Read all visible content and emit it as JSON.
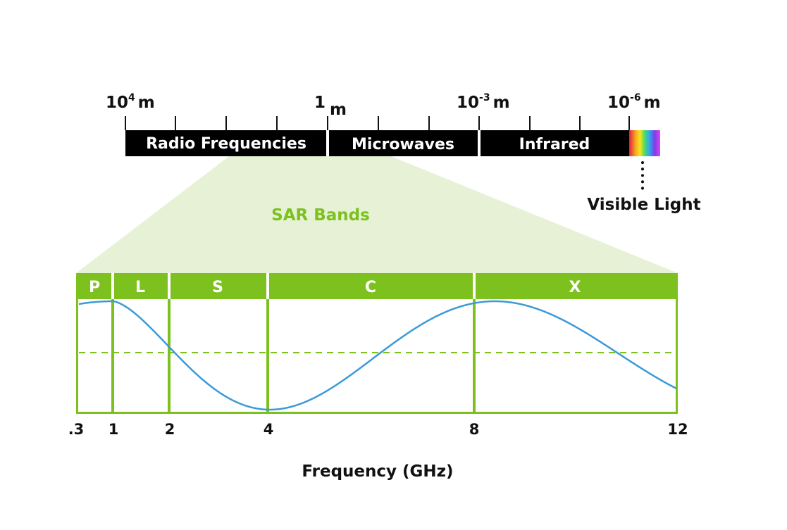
{
  "spectrum": {
    "scale_labels": [
      {
        "base": "10",
        "exp": "4",
        "unit": "m"
      },
      {
        "base": "1",
        "exp": "",
        "unit": "m"
      },
      {
        "base": "10",
        "exp": "-3",
        "unit": "m"
      },
      {
        "base": "10",
        "exp": "-6",
        "unit": "m"
      }
    ],
    "segments": [
      "Radio Frequencies",
      "Microwaves",
      "Infrared"
    ],
    "visible_light_label": "Visible Light"
  },
  "sar": {
    "title": "SAR Bands",
    "bands": [
      "P",
      "L",
      "S",
      "C",
      "X"
    ],
    "frequency_ticks": [
      ".3",
      "1",
      "2",
      "4",
      "8",
      "12"
    ],
    "xlabel": "Frequency (GHz)"
  },
  "colors": {
    "band_green": "#7dc11f",
    "title_green": "#7dc11f",
    "funnel_fill": "#e6f1d6",
    "wave_blue": "#3a9ad9",
    "bar_black": "#000000"
  }
}
